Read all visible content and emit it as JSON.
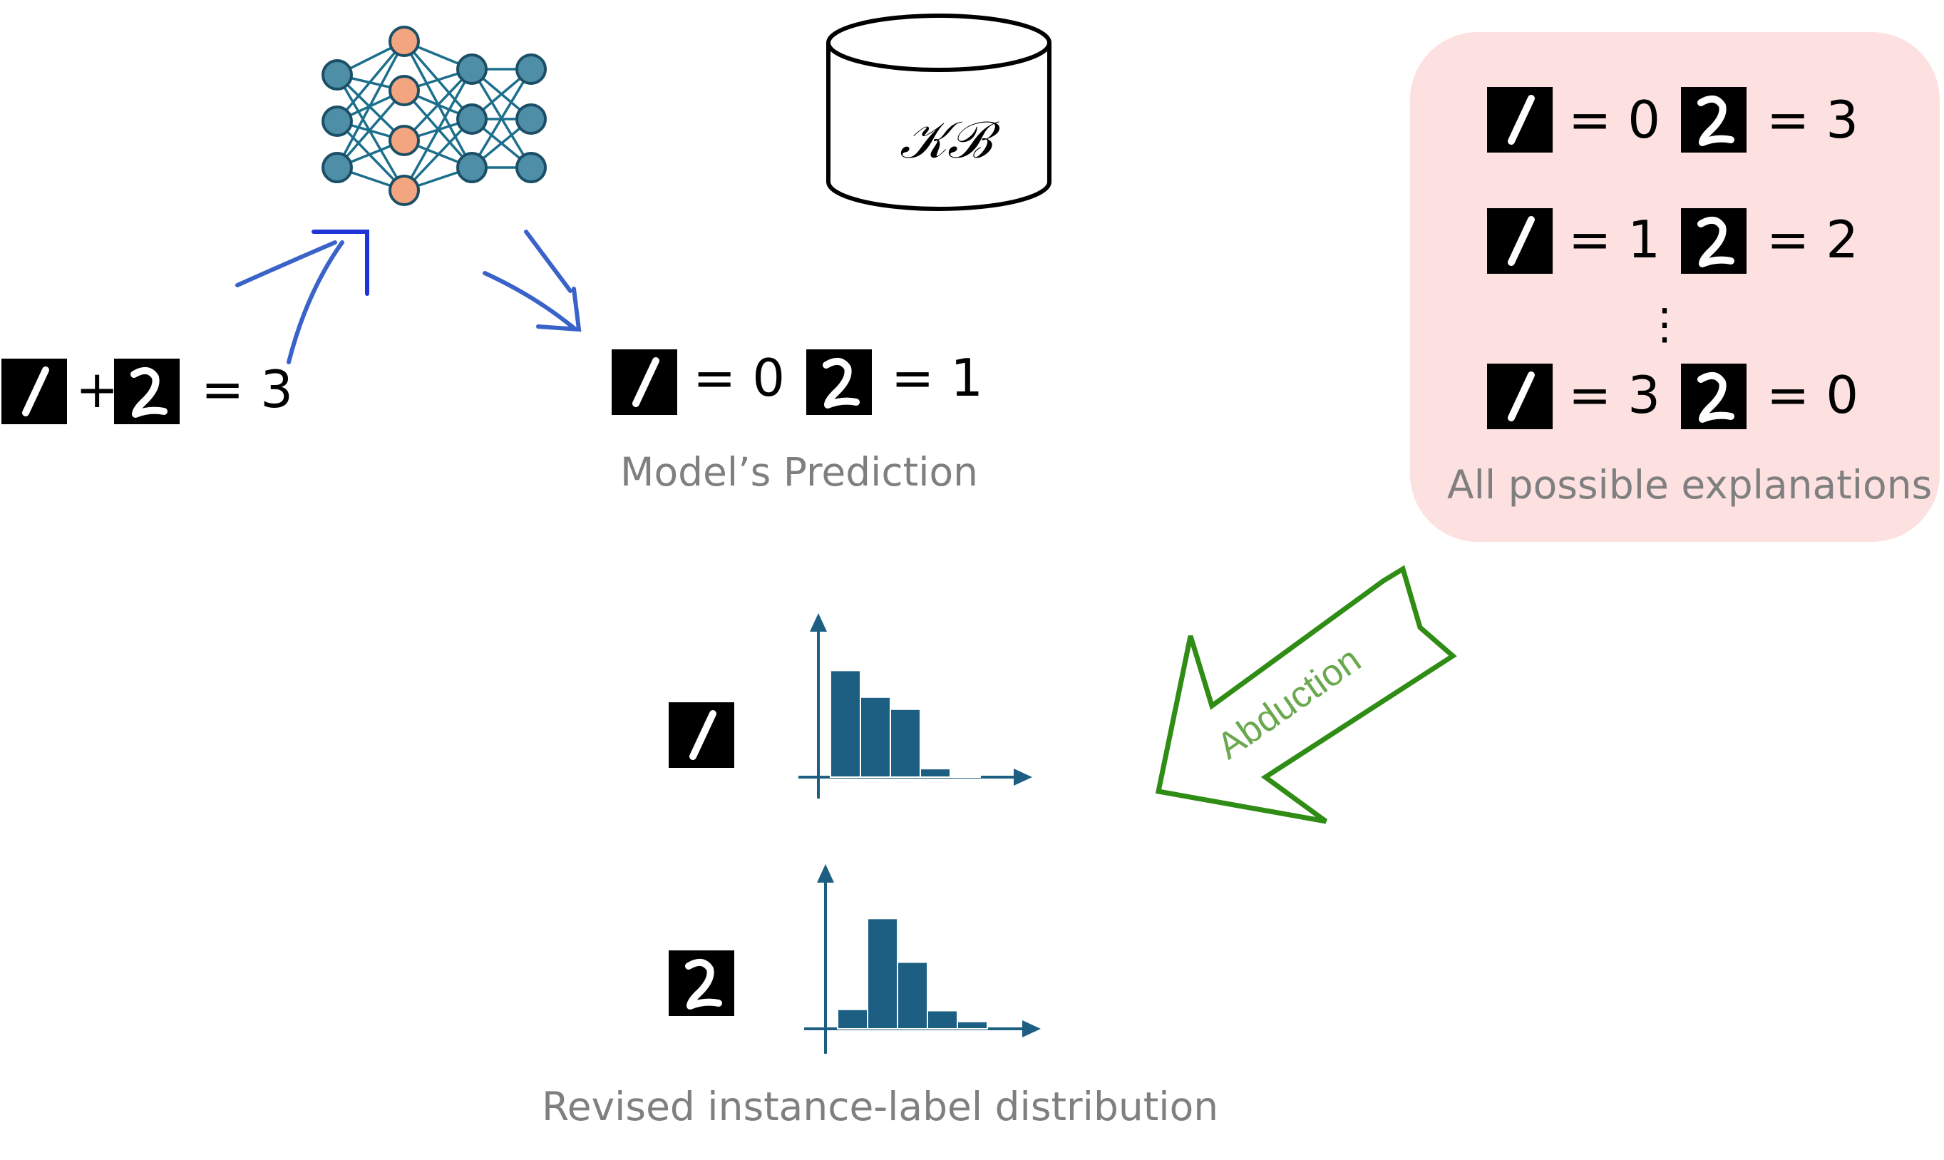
{
  "knowledge_base": {
    "label": "𝒦ℬ"
  },
  "input_equation": {
    "plus": "+",
    "result": "= 3"
  },
  "model_prediction": {
    "label_one": "= 0",
    "label_two": "= 1",
    "caption": "Model’s Prediction"
  },
  "explanations": {
    "rows": [
      {
        "label_one": "= 0",
        "label_two": "= 3"
      },
      {
        "label_one": "= 1",
        "label_two": "= 2"
      },
      {
        "label_one": "= 3",
        "label_two": "= 0"
      }
    ],
    "ellipsis": "⋮",
    "caption": "All possible explanations"
  },
  "abduction": {
    "label": "Abduction"
  },
  "revised_distribution": {
    "caption": "Revised instance-label distribution",
    "histogram_one": {
      "values": [
        0.88,
        0.66,
        0.56,
        0.07,
        0.01
      ]
    },
    "histogram_two": {
      "values": [
        0.16,
        0.91,
        0.55,
        0.15,
        0.06
      ]
    }
  },
  "colors": {
    "nn_node_teal": "#4e8ea6",
    "nn_node_orange": "#f2a57f",
    "arrow_blue": "#3a63c9",
    "bar_blue": "#1c5f83",
    "explanation_bg": "#fde0e0",
    "abduction_green": "#2f8c14",
    "abduction_text": "#6aa84f",
    "caption_gray": "#7f7f7f"
  }
}
